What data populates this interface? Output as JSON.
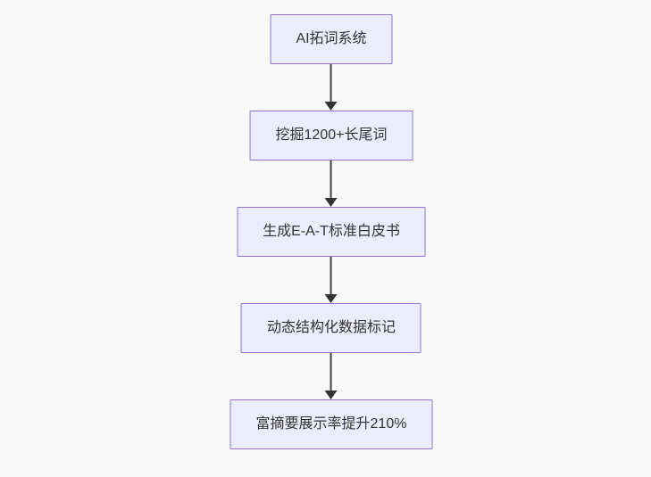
{
  "page": {
    "background_color": "#f9f9f9"
  },
  "flowchart": {
    "style": {
      "node_fill": "#ECECFF",
      "node_border": "#9370DB",
      "text_color": "#333333",
      "arrow_color": "#333333"
    },
    "direction": "top-down",
    "nodes": [
      {
        "label": "AI拓词系统"
      },
      {
        "label": "挖掘1200+长尾词"
      },
      {
        "label": "生成E-A-T标准白皮书"
      },
      {
        "label": "动态结构化数据标记"
      },
      {
        "label": "富摘要展示率提升210%"
      }
    ],
    "edges": [
      {
        "from": 0,
        "to": 1
      },
      {
        "from": 1,
        "to": 2
      },
      {
        "from": 2,
        "to": 3
      },
      {
        "from": 3,
        "to": 4
      }
    ]
  }
}
